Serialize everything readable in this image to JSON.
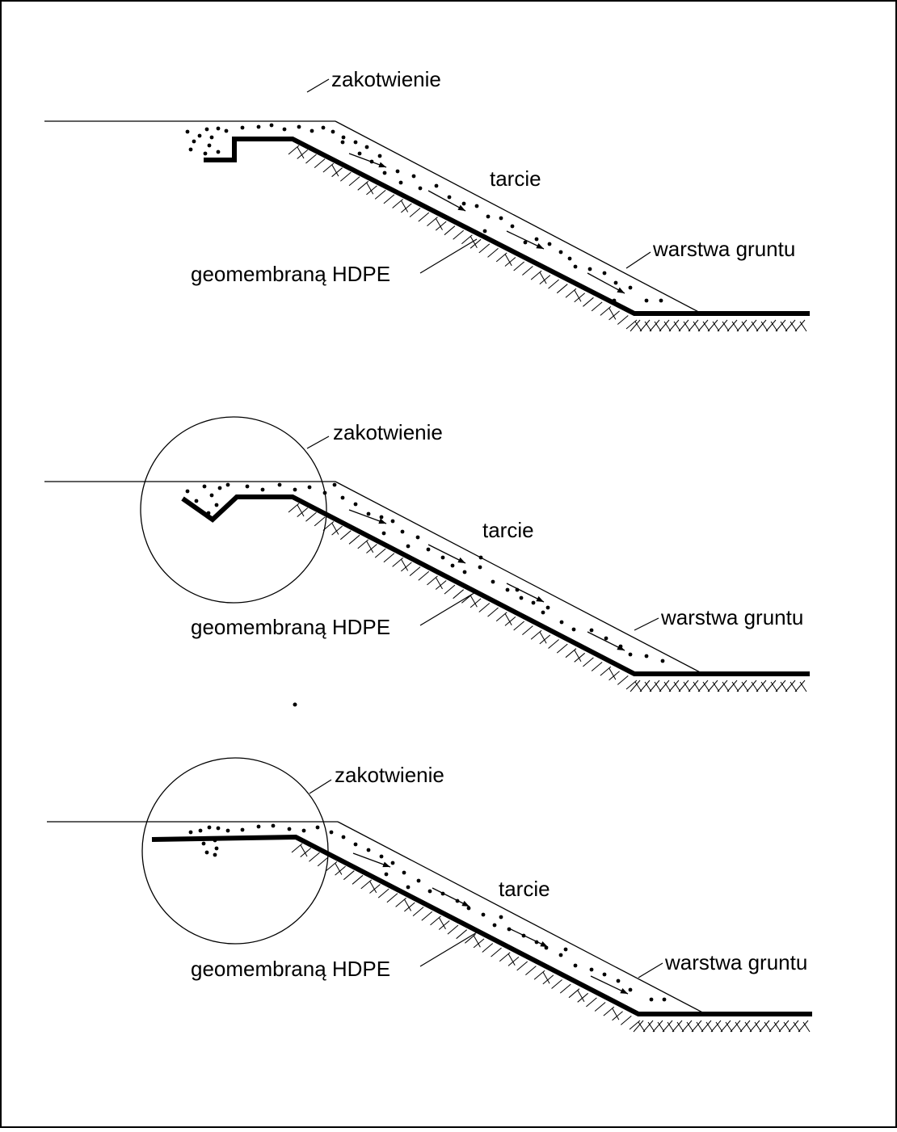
{
  "colors": {
    "stroke": "#000000",
    "background": "#ffffff"
  },
  "panels": [
    {
      "anchor_type": "trench",
      "labels": {
        "anchor": "zakotwienie",
        "friction": "tarcie",
        "membrane": "geomembraną HDPE",
        "soil": "warstwa gruntu"
      }
    },
    {
      "anchor_type": "v-trench",
      "labels": {
        "anchor": "zakotwienie",
        "friction": "tarcie",
        "membrane": "geomembraną HDPE",
        "soil": "warstwa gruntu"
      }
    },
    {
      "anchor_type": "runout",
      "labels": {
        "anchor": "zakotwienie",
        "friction": "tarcie",
        "membrane": "geomembraną HDPE",
        "soil": "warstwa gruntu"
      }
    }
  ]
}
